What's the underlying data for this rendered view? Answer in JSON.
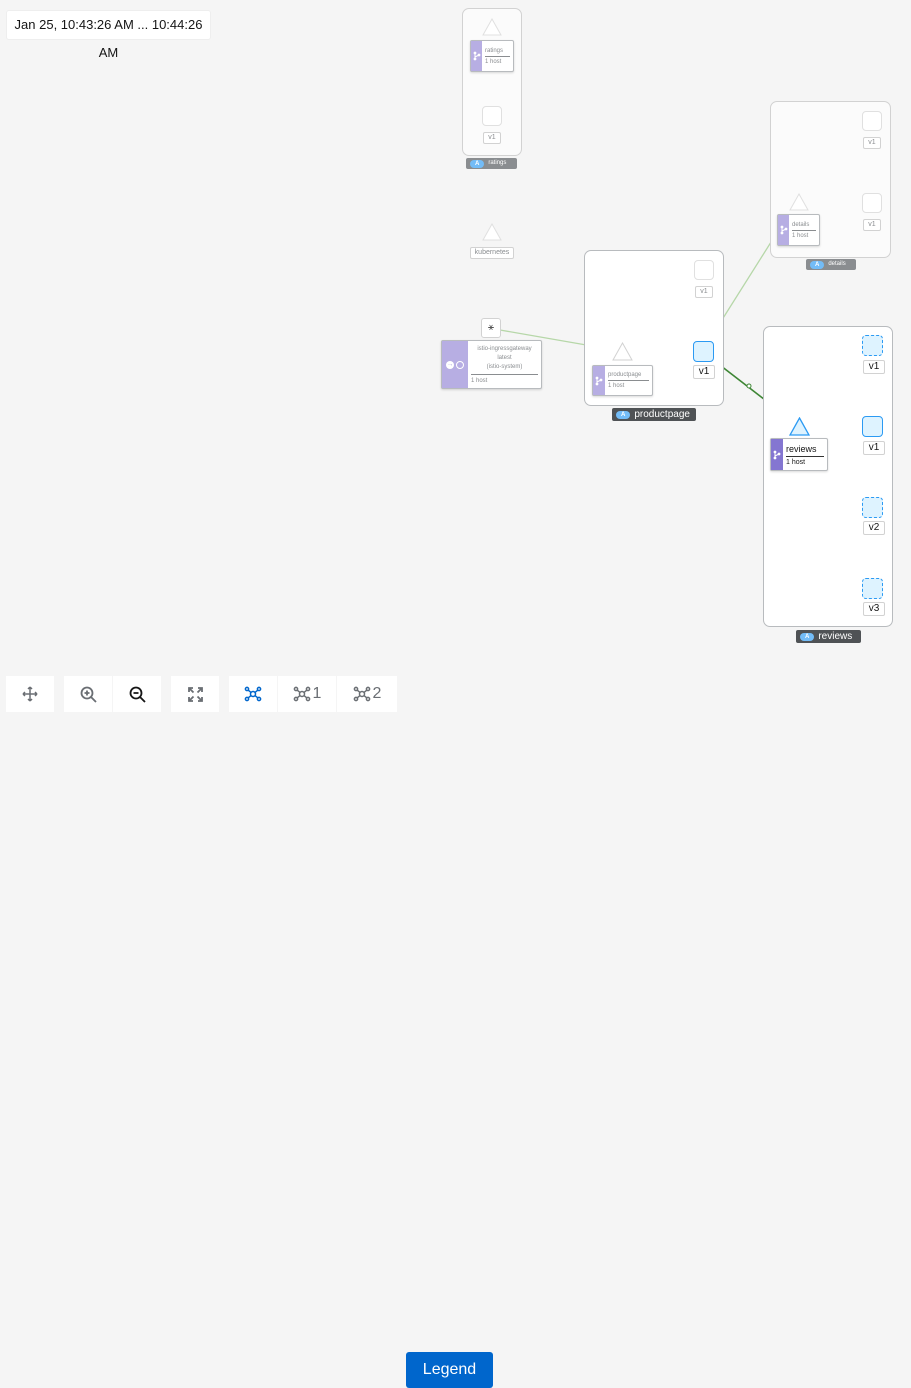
{
  "time_range": "Jan 25, 10:43:26 AM ... 10:44:26 AM",
  "boxes": {
    "ratings": {
      "badge_letter": "A",
      "badge_name": "ratings",
      "service": "ratings",
      "hosts": "1 host",
      "version": "v1"
    },
    "details": {
      "badge_letter": "A",
      "badge_name": "details",
      "service": "details",
      "hosts": "1 host",
      "versions": [
        "v1",
        "v1"
      ]
    },
    "productpage": {
      "badge_letter": "A",
      "badge_name": "productpage",
      "service": "productpage",
      "hosts": "1 host",
      "versions": [
        "v1",
        "v1"
      ]
    },
    "reviews": {
      "badge_letter": "A",
      "badge_name": "reviews",
      "service": "reviews",
      "hosts": "1 host",
      "versions": [
        "v1",
        "v1",
        "v2",
        "v3"
      ]
    }
  },
  "kubernetes_label": "kubernetes",
  "gateway": {
    "line1": "istio-ingressgateway",
    "line2": "latest",
    "line3": "(istio-system)",
    "hosts": "1 host"
  },
  "toolbar": {
    "pan_icon": "move-icon",
    "zoom_in_icon": "zoom-in-icon",
    "zoom_out_icon": "zoom-out-icon",
    "fit_icon": "expand-icon",
    "layout_default_icon": "topology-icon",
    "layout1_count": "1",
    "layout2_count": "2",
    "legend_label": "Legend"
  },
  "colors": {
    "accent": "#0066cc",
    "edge_healthy": "#3e8635",
    "edge_idle": "#b6d7a8",
    "node_fill": "#def3ff",
    "node_stroke": "#2b9af3",
    "service_bar": "#8476d1"
  }
}
